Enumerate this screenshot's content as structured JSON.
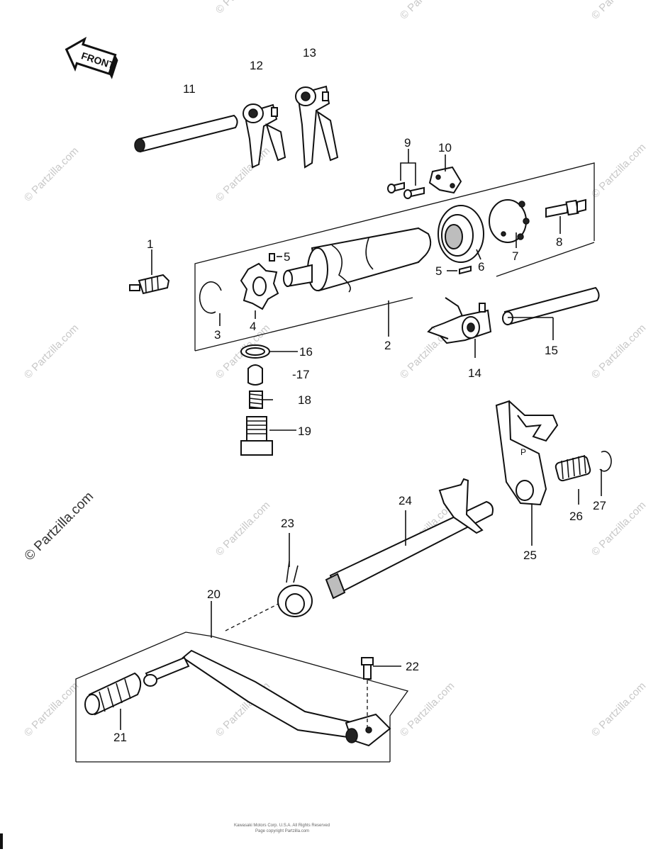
{
  "direction_badge": "FRONT",
  "watermark": "© Partzilla.com",
  "side_watermark": "© Partzilla.com",
  "footer": {
    "line1": "Kawasaki Motors Corp. U.S.A. All Rights Reserved",
    "line2": "Page copyright Partzilla.com"
  },
  "callouts": {
    "c1": "1",
    "c2": "2",
    "c3": "3",
    "c4": "4",
    "c5a": "5",
    "c5b": "5",
    "c6": "6",
    "c7": "7",
    "c8": "8",
    "c9": "9",
    "c10": "10",
    "c11": "11",
    "c12": "12",
    "c13": "13",
    "c14": "14",
    "c15": "15",
    "c16": "16",
    "c17": "-17",
    "c18": "18",
    "c19": "19",
    "c20": "20",
    "c21": "21",
    "c22": "22",
    "c23": "23",
    "c24": "24",
    "c25": "25",
    "c26": "26",
    "c27": "27"
  }
}
